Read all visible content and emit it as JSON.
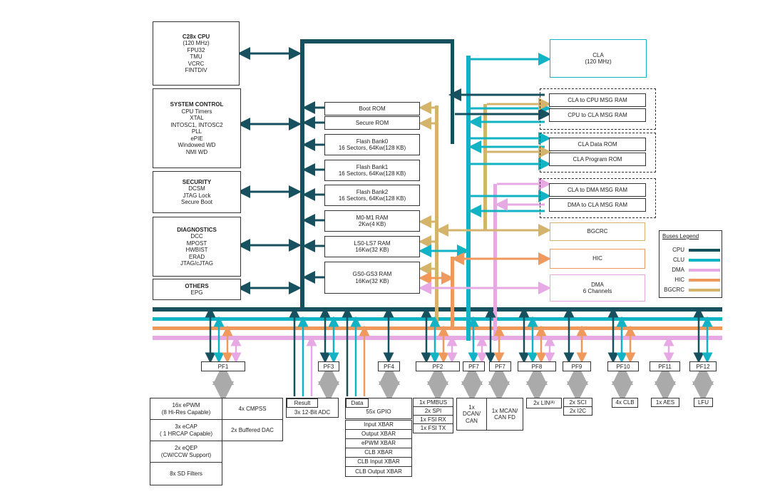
{
  "colors": {
    "cpu": "#17505f",
    "clu": "#12b3c4",
    "dma": "#e7a9e3",
    "hic": "#ef9a5c",
    "bgcrc": "#d4b46c"
  },
  "left_blocks": [
    {
      "title": "C28x CPU",
      "lines": [
        "(120 MHz)",
        "FPU32",
        "TMU",
        "VCRC",
        "FINTDIV"
      ]
    },
    {
      "title": "SYSTEM CONTROL",
      "lines": [
        "CPU Timers",
        "XTAL",
        "INTOSC1, INTOSC2",
        "PLL",
        "ePIE",
        "Windowed WD",
        "NMI WD"
      ]
    },
    {
      "title": "SECURITY",
      "lines": [
        "DCSM",
        "JTAG Lock",
        "Secure Boot"
      ]
    },
    {
      "title": "DIAGNOSTICS",
      "lines": [
        "DCC",
        "MPOST",
        "HWBIST",
        "ERAD",
        "JTAG/cJTAG"
      ]
    },
    {
      "title": "OTHERS",
      "lines": [
        "EPG"
      ]
    }
  ],
  "memory": [
    {
      "lines": [
        "Boot ROM"
      ]
    },
    {
      "lines": [
        "Secure ROM"
      ]
    },
    {
      "lines": [
        "Flash Bank0",
        "16 Sectors, 64Kw(128 KB)"
      ]
    },
    {
      "lines": [
        "Flash Bank1",
        "16 Sectors, 64Kw(128 KB)"
      ]
    },
    {
      "lines": [
        "Flash Bank2",
        "16 Sectors, 64Kw(128 KB)"
      ]
    },
    {
      "lines": [
        "M0-M1 RAM",
        "2Kw(4 KB)"
      ]
    },
    {
      "lines": [
        "LS0-LS7 RAM",
        "16Kw(32 KB)"
      ]
    },
    {
      "lines": [
        "GS0-GS3 RAM",
        "16Kw(32 KB)"
      ]
    }
  ],
  "right_blocks": {
    "cla": [
      "CLA",
      "(120 MHz)"
    ],
    "cla_to_cpu": "CLA to CPU MSG RAM",
    "cpu_to_cla": "CPU to CLA MSG RAM",
    "cla_data_rom": "CLA Data ROM",
    "cla_program_rom": "CLA Program ROM",
    "cla_to_dma": "CLA to DMA MSG RAM",
    "dma_to_cla": "DMA to CLA MSG RAM",
    "bgcrc": "BGCRC",
    "hic": "HIC",
    "dma": [
      "DMA",
      "6 Channels"
    ]
  },
  "legend": {
    "title": "Buses Legend",
    "items": [
      "CPU",
      "CLU",
      "DMA",
      "HIC",
      "BGCRC"
    ]
  },
  "pf_labels": [
    "PF1",
    "PF3",
    "PF4",
    "PF2",
    "PF7",
    "PF7",
    "PF8",
    "PF9",
    "PF10",
    "PF11",
    "PF12"
  ],
  "peripherals": {
    "pf1_grid": [
      [
        "16x ePWM",
        "(8 Hi-Res Capable)"
      ],
      [
        "4x CMPSS"
      ],
      [
        "3x eCAP",
        "( 1 HRCAP Capable)"
      ],
      [
        "2x Buffered DAC"
      ],
      [
        "2x eQEP",
        "(CW/CCW Support)"
      ],
      [
        "8x SD Filters"
      ]
    ],
    "result": "Result",
    "adc": "3x 12-Bit ADC",
    "data": "Data",
    "gpio": "55x GPIO",
    "xbar": [
      "Input XBAR",
      "Output XBAR",
      "ePWM XBAR",
      "CLB XBAR",
      "CLB Input XBAR",
      "CLB Output XBAR"
    ],
    "pf2_list": [
      "1x PMBUS",
      "2x SPI",
      "1x FSI RX",
      "1x FSI TX"
    ],
    "dcan": [
      "1x",
      "DCAN/",
      "CAN"
    ],
    "mcan": [
      "1x MCAN/",
      "CAN FD"
    ],
    "lin": "2x LIN",
    "lin_sup": "(A)",
    "sci": "2x SCI",
    "i2c": "2x I2C",
    "clb": "4x CLB",
    "aes": "1x AES",
    "lfu": "LFU"
  }
}
